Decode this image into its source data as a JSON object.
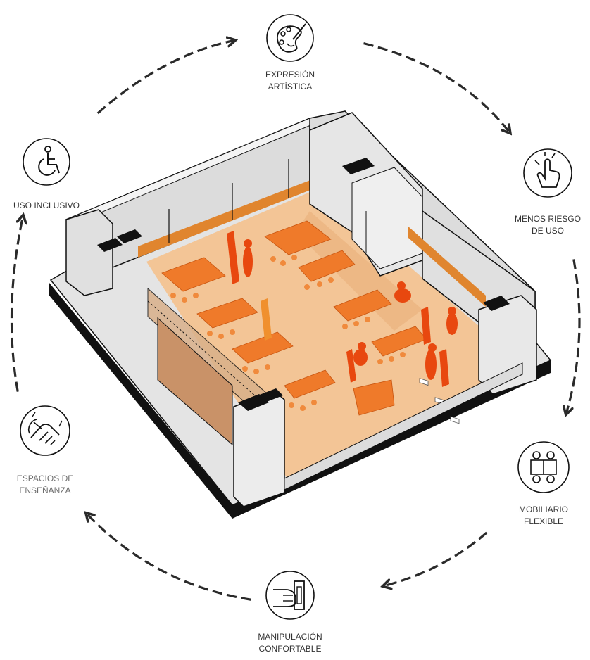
{
  "nodes": [
    {
      "id": "expresion",
      "line1": "EXPRESIÓN",
      "line2": "ARTÍSTICA",
      "icon": "palette-icon"
    },
    {
      "id": "menos-riesgo",
      "line1": "MENOS RIESGO",
      "line2": "DE USO",
      "icon": "touch-hand-icon"
    },
    {
      "id": "mobiliario",
      "line1": "MOBILIARIO",
      "line2": "FLEXIBLE",
      "icon": "table-chairs-icon"
    },
    {
      "id": "manipulacion",
      "line1": "MANIPULACIÓN",
      "line2": "CONFORTABLE",
      "icon": "switch-hand-icon"
    },
    {
      "id": "espacios",
      "line1": "ESPACIOS DE",
      "line2": "ENSEÑANZA",
      "icon": "handshake-icon"
    },
    {
      "id": "uso-inclusivo",
      "line1": "USO INCLUSIVO",
      "line2": "",
      "icon": "wheelchair-icon"
    }
  ],
  "colors": {
    "floor": "#f3c596",
    "furniture": "#ef7a2a",
    "furniture_dark": "#d8601a",
    "figures": "#e8480f",
    "wall": "#e3e3e3",
    "wall_top": "#f6f6f6",
    "outline": "#111111",
    "arrow": "#2a2a2a"
  }
}
